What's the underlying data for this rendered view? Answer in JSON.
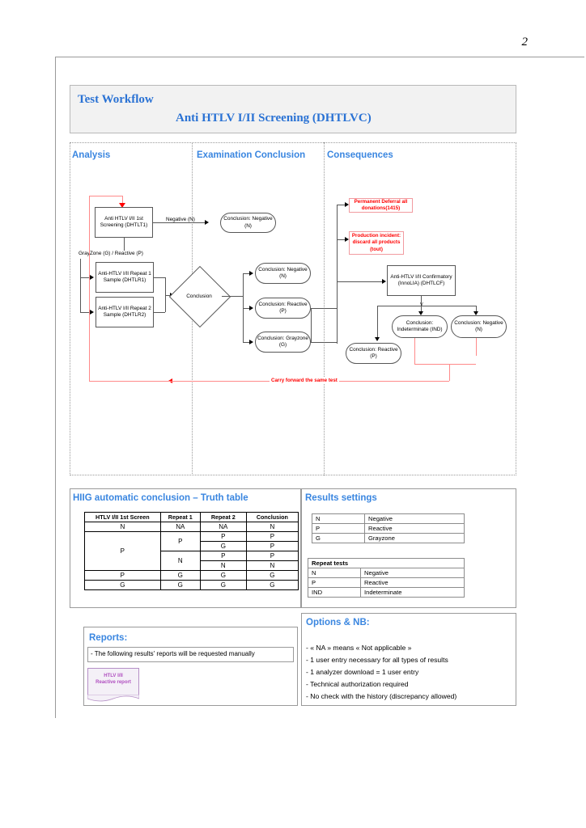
{
  "page": {
    "number": "2"
  },
  "title": {
    "main": "Test Workflow",
    "sub": "Anti HTLV I/II Screening (DHTLVC)"
  },
  "columns": [
    {
      "label": "Analysis"
    },
    {
      "label": "Examination Conclusion"
    },
    {
      "label": "Consequences"
    }
  ],
  "flow": {
    "nodes": {
      "screen1": "Anti HTLV I/II 1st Screening (DHTLT1)",
      "repeat1": "Anti-HTLV I/II Repeat 1 Sample (DHTLR1)",
      "repeat2": "Anti-HTLV I/II Repeat 2 Sample (DHTLR2)",
      "decision": "Conclusion",
      "concl_neg_top": "Conclusion: Negative (N)",
      "concl_neg_mid": "Conclusion: Negative (N)",
      "concl_reactive": "Conclusion: Reactive (P)",
      "concl_grayzone": "Conclusion: Grayzone (G)",
      "confirmatory": "Anti-HTLV I/II Confirmatory (InnoLIA) (DHTLCF)",
      "concl_reactive_p": "Conclusion: Reactive (P)",
      "concl_indeterminate": "Conclusion: Indeterminate (IND)",
      "concl_negative_n": "Conclusion: Negative (N)",
      "consequence_deferral": "Permanent Deferral all donations(1415)",
      "consequence_incident": "Production incident: discard all products (tout)"
    },
    "edges": {
      "negative": "Negative (N)",
      "grayzone_reactive": "GrayZone (G) / Reactive (P)",
      "carry_forward": "Carry forward the same test",
      "v_mark": "V"
    }
  },
  "truth_table": {
    "heading": "HIIG automatic conclusion – Truth table",
    "columns": [
      "HTLV I/II 1st Screen",
      "Repeat 1",
      "Repeat 2",
      "Conclusion"
    ],
    "rows": [
      {
        "screen": "N",
        "repeat1": "NA",
        "repeat2": "NA",
        "conclusion": "N"
      },
      {
        "screen": "P",
        "repeat1": "P",
        "repeat2": "P",
        "conclusion": "P"
      },
      {
        "screen": "",
        "repeat1": "",
        "repeat2": "G",
        "conclusion": "P"
      },
      {
        "screen": "",
        "repeat1": "N",
        "repeat2": "P",
        "conclusion": "P"
      },
      {
        "screen": "",
        "repeat1": "",
        "repeat2": "N",
        "conclusion": "N"
      },
      {
        "screen": "P",
        "repeat1": "G",
        "repeat2": "G",
        "conclusion": "G"
      },
      {
        "screen": "G",
        "repeat1": "G",
        "repeat2": "G",
        "conclusion": "G"
      }
    ]
  },
  "results_settings": {
    "heading": "Results settings",
    "main": [
      {
        "code": "N",
        "meaning": "Negative"
      },
      {
        "code": "P",
        "meaning": "Reactive"
      },
      {
        "code": "G",
        "meaning": "Grayzone"
      }
    ],
    "repeat_heading": "Repeat tests",
    "repeat": [
      {
        "code": "N",
        "meaning": "Negative"
      },
      {
        "code": "P",
        "meaning": "Reactive"
      },
      {
        "code": "IND",
        "meaning": "Indeterminate"
      }
    ]
  },
  "reports": {
    "heading": "Reports:",
    "note": "- The following results' reports will be requested manually",
    "doc_label_1": "HTLV I/II",
    "doc_label_2": "Reactive report"
  },
  "options": {
    "heading": "Options & NB:",
    "lines": [
      "- « NA » means « Not applicable »",
      "- 1 user entry necessary for all types of results",
      "- 1 analyzer download = 1 user entry",
      "- Technical authorization required",
      "- No check with the history (discrepancy allowed)"
    ]
  },
  "colors": {
    "accent_blue": "#3a86e0",
    "title_blue": "#2a72d4",
    "alert_red": "#ff0000",
    "report_purple": "#b04fc0"
  }
}
